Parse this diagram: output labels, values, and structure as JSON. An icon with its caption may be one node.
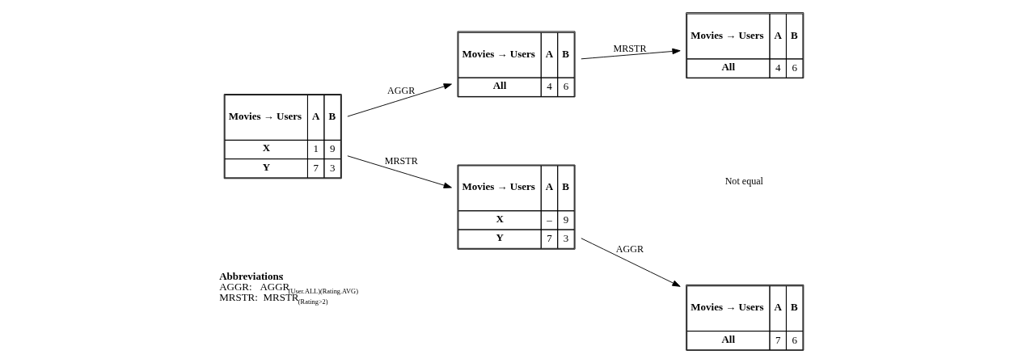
{
  "diagram": {
    "nodes": [
      {
        "text": [
          "Movies → Users",
          "A",
          "B",
          "X",
          "1",
          "9",
          "Y",
          "7",
          "3"
        ]
      },
      {
        "text": [
          "Movies → Users",
          "A",
          "B",
          "All",
          "4",
          "6"
        ]
      },
      {
        "text": [
          "Movies → Users",
          "A",
          "B",
          "All",
          "4",
          "6"
        ]
      },
      {
        "text": [
          "Movies → Users",
          "A",
          "B",
          "X",
          "–",
          "9",
          "Y",
          "7",
          "3"
        ]
      },
      {
        "text": [
          "Movies → Users",
          "A",
          "B",
          "All",
          "7",
          "6"
        ]
      }
    ],
    "edges": [
      {
        "from": 0,
        "to": 1,
        "arrow": "to",
        "label": "AGGR"
      },
      {
        "from": 0,
        "to": 3,
        "arrow": "to",
        "label": "MRSTR"
      },
      {
        "from": 1,
        "to": 2,
        "arrow": "to",
        "label": "MRSTR"
      },
      {
        "from": 3,
        "to": 4,
        "arrow": "to",
        "label": "AGGR"
      }
    ],
    "labels": [
      "Not equal",
      "**Abbreviations**:",
      "AGGR:   AGGR$_{(User.ALL)(Rating.AVG)}$",
      "MRSTR:  MRSTR$_{(Rating>2)}$"
    ]
  }
}
